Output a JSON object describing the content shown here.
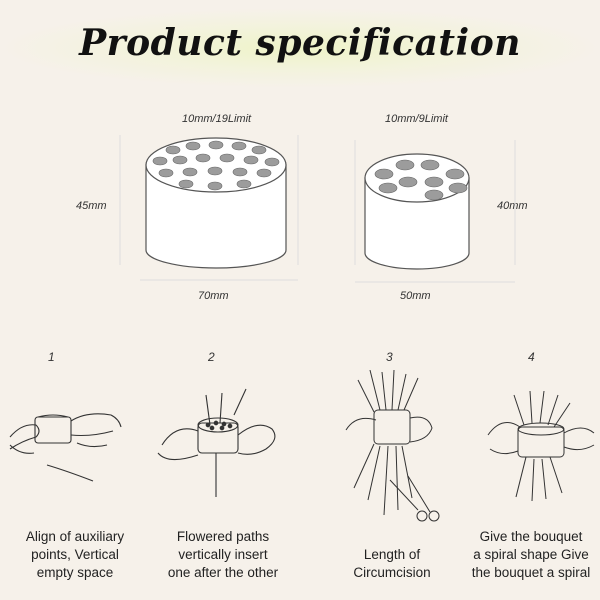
{
  "title": "Product specification",
  "products": [
    {
      "hole_label": "10mm/19Limit",
      "height_label": "45mm",
      "width_label": "70mm"
    },
    {
      "hole_label": "10mm/9Limit",
      "height_label": "40mm",
      "width_label": "50mm"
    }
  ],
  "steps": [
    {
      "number": "1",
      "caption_line1": "Align of auxiliary",
      "caption_line2": "points, Vertical",
      "caption_line3": "empty space"
    },
    {
      "number": "2",
      "caption_line1": "Flowered paths",
      "caption_line2": "vertically insert",
      "caption_line3": "one after the other"
    },
    {
      "number": "3",
      "caption_line1": "Length of",
      "caption_line2": "Circumcision",
      "caption_line3": ""
    },
    {
      "number": "4",
      "caption_line1": "Give the bouquet",
      "caption_line2": "a spiral shape Give",
      "caption_line3": "the bouquet a spiral"
    }
  ]
}
